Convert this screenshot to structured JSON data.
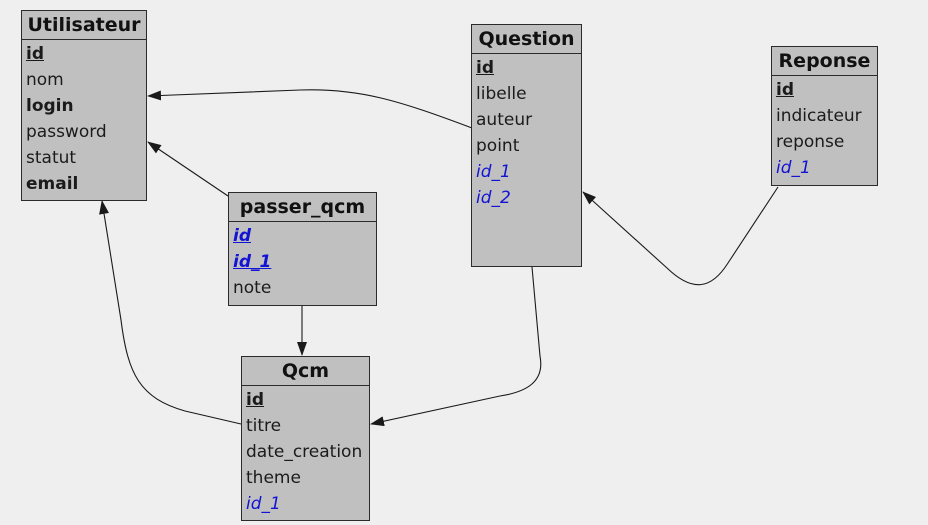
{
  "entities": {
    "utilisateur": {
      "title": "Utilisateur",
      "attributes": [
        {
          "name": "id",
          "bold": true,
          "key": true,
          "foreign": false
        },
        {
          "name": "nom",
          "bold": false,
          "key": false,
          "foreign": false
        },
        {
          "name": "login",
          "bold": true,
          "key": false,
          "foreign": false
        },
        {
          "name": "password",
          "bold": false,
          "key": false,
          "foreign": false
        },
        {
          "name": "statut",
          "bold": false,
          "key": false,
          "foreign": false
        },
        {
          "name": "email",
          "bold": true,
          "key": false,
          "foreign": false
        }
      ]
    },
    "question": {
      "title": "Question",
      "attributes": [
        {
          "name": "id",
          "bold": true,
          "key": true,
          "foreign": false
        },
        {
          "name": "libelle",
          "bold": false,
          "key": false,
          "foreign": false
        },
        {
          "name": "auteur",
          "bold": false,
          "key": false,
          "foreign": false
        },
        {
          "name": "point",
          "bold": false,
          "key": false,
          "foreign": false
        },
        {
          "name": "id_1",
          "bold": false,
          "key": false,
          "foreign": true
        },
        {
          "name": "id_2",
          "bold": false,
          "key": false,
          "foreign": true
        }
      ]
    },
    "reponse": {
      "title": "Reponse",
      "attributes": [
        {
          "name": "id",
          "bold": true,
          "key": true,
          "foreign": false
        },
        {
          "name": "indicateur",
          "bold": false,
          "key": false,
          "foreign": false
        },
        {
          "name": "reponse",
          "bold": false,
          "key": false,
          "foreign": false
        },
        {
          "name": "id_1",
          "bold": false,
          "key": false,
          "foreign": true
        }
      ]
    },
    "passer_qcm": {
      "title": "passer_qcm",
      "attributes": [
        {
          "name": "id",
          "bold": true,
          "key": true,
          "foreign": true
        },
        {
          "name": "id_1",
          "bold": true,
          "key": true,
          "foreign": true
        },
        {
          "name": "note",
          "bold": false,
          "key": false,
          "foreign": false
        }
      ]
    },
    "qcm": {
      "title": "Qcm",
      "attributes": [
        {
          "name": "id",
          "bold": true,
          "key": true,
          "foreign": false
        },
        {
          "name": "titre",
          "bold": false,
          "key": false,
          "foreign": false
        },
        {
          "name": "date_creation",
          "bold": false,
          "key": false,
          "foreign": false
        },
        {
          "name": "theme",
          "bold": false,
          "key": false,
          "foreign": false
        },
        {
          "name": "id_1",
          "bold": false,
          "key": false,
          "foreign": true
        }
      ]
    }
  },
  "links": [
    {
      "from": "question",
      "to": "utilisateur"
    },
    {
      "from": "passer_qcm",
      "to": "utilisateur"
    },
    {
      "from": "qcm",
      "to": "utilisateur"
    },
    {
      "from": "reponse",
      "to": "question"
    },
    {
      "from": "question",
      "to": "qcm"
    },
    {
      "from": "passer_qcm",
      "to": "qcm"
    }
  ],
  "colors": {
    "background": "#efefef",
    "entity_fill": "#c0c0c0",
    "border": "#2b2b2b",
    "foreign_key_text": "#1313d4",
    "link_line": "#1a1a1a"
  }
}
